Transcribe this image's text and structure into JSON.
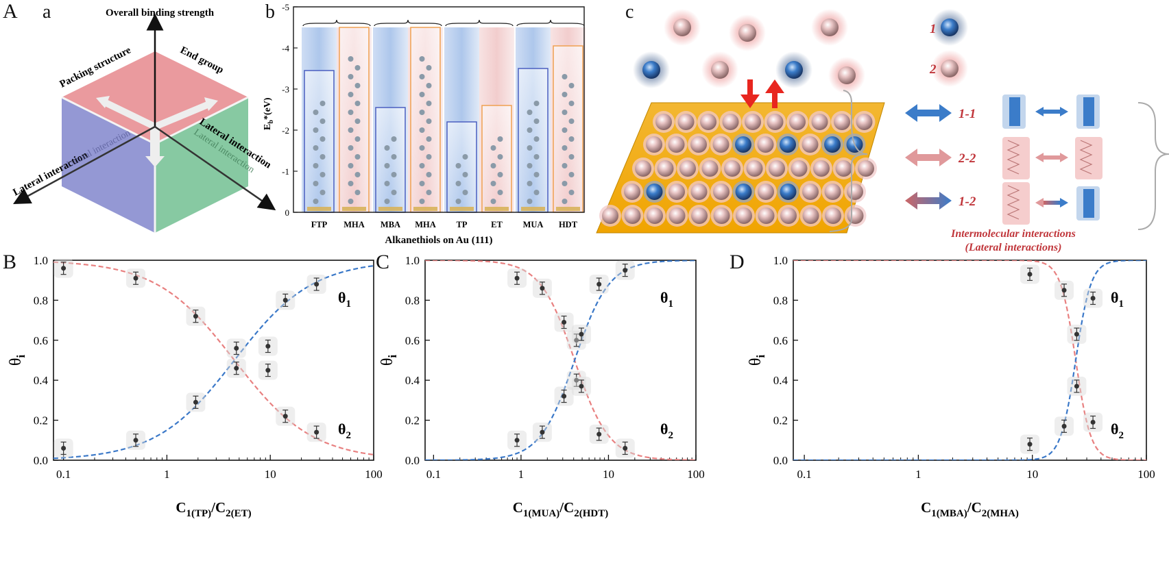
{
  "panel_labels": {
    "A": "A",
    "a": "a",
    "b": "b",
    "c": "c",
    "B": "B",
    "C": "C",
    "D": "D"
  },
  "panel_a": {
    "top_axis": "Overall binding strength",
    "packing": "Packing structure",
    "end_group": "End group",
    "lateral_left": "Lateral interaction",
    "lateral_right": "Lateral interaction",
    "lateral_faint_left": "Lateral interaction",
    "lateral_faint_right": "Lateral interaction",
    "colors": {
      "top": "#e88f93",
      "left": "#8b8fd0",
      "right": "#7dc49a"
    }
  },
  "panel_b": {
    "ylabel_main": "E",
    "ylabel_sub": "b",
    "ylabel_rest": "*(eV)",
    "xlabel": "Alkanethiols on Au (111)",
    "yticks": [
      "-5",
      "-4",
      "-3",
      "-2",
      "-1",
      "0"
    ]
  },
  "panel_c": {
    "legend_1": "1",
    "legend_2": "2",
    "int_11": "1-1",
    "int_22": "2-2",
    "int_12": "1-2",
    "caption_1": "Intermolecular interactions",
    "caption_2": "(Lateral interactions)"
  },
  "chart_data": [
    {
      "type": "bar",
      "panel": "b",
      "xlabel": "Alkanethiols on Au (111)",
      "ylabel": "Eb*(eV)",
      "ylim": [
        0,
        -5
      ],
      "categories": [
        "FTP",
        "MHA",
        "MBA",
        "MHA",
        "TP",
        "ET",
        "MUA",
        "HDT"
      ],
      "values": [
        -3.45,
        -4.5,
        -2.55,
        -4.5,
        -2.2,
        -2.6,
        -3.5,
        -4.05
      ],
      "pairs_total": [
        -4.5,
        -4.5,
        -4.5,
        -4.5
      ],
      "colors": {
        "blue": "#4a5ec0",
        "orange": "#f0a050"
      }
    },
    {
      "type": "scatter",
      "panel": "B",
      "xlabel_main": "C",
      "xlabel_sub1": "1(TP)",
      "xlabel_mid": "/C",
      "xlabel_sub2": "2(ET)",
      "ylabel": "θi",
      "xscale": "log",
      "xlim": [
        0.08,
        100
      ],
      "ylim": [
        0,
        1.0
      ],
      "xticks": [
        "0.1",
        "1",
        "10",
        "100"
      ],
      "yticks": [
        "0.0",
        "0.2",
        "0.4",
        "0.6",
        "0.8",
        "1.0"
      ],
      "theta1_label": "θ1",
      "theta2_label": "θ2",
      "curve_mid": 4.5,
      "curve_slope": 1.15,
      "series": [
        {
          "name": "θ1",
          "color": "#3a78c8",
          "x": [
            0.1,
            0.5,
            1.9,
            4.7,
            9.5,
            14,
            28
          ],
          "y": [
            0.06,
            0.1,
            0.29,
            0.46,
            0.57,
            0.8,
            0.88
          ]
        },
        {
          "name": "θ2",
          "color": "#e88080",
          "x": [
            0.1,
            0.5,
            1.9,
            4.7,
            9.5,
            14,
            28
          ],
          "y": [
            0.96,
            0.91,
            0.72,
            0.56,
            0.45,
            0.22,
            0.14
          ]
        }
      ]
    },
    {
      "type": "scatter",
      "panel": "C",
      "xlabel_main": "C",
      "xlabel_sub1": "1(MUA)",
      "xlabel_mid": "/C",
      "xlabel_sub2": "2(HDT)",
      "ylabel": "θi",
      "xscale": "log",
      "xlim": [
        0.08,
        100
      ],
      "ylim": [
        0,
        1.0
      ],
      "xticks": [
        "0.1",
        "1",
        "10",
        "100"
      ],
      "yticks": [
        "0.0",
        "0.2",
        "0.4",
        "0.6",
        "0.8",
        "1.0"
      ],
      "theta1_label": "θ1",
      "theta2_label": "θ2",
      "curve_mid": 4.1,
      "curve_slope": 2.2,
      "series": [
        {
          "name": "θ1",
          "color": "#3a78c8",
          "x": [
            0.9,
            1.75,
            3.1,
            4.3,
            4.9,
            7.8,
            15.5
          ],
          "y": [
            0.1,
            0.14,
            0.32,
            0.6,
            0.63,
            0.88,
            0.95
          ]
        },
        {
          "name": "θ2",
          "color": "#e88080",
          "x": [
            0.9,
            1.75,
            3.1,
            4.3,
            4.9,
            7.8,
            15.5
          ],
          "y": [
            0.91,
            0.86,
            0.69,
            0.4,
            0.37,
            0.13,
            0.06
          ]
        }
      ]
    },
    {
      "type": "scatter",
      "panel": "D",
      "xlabel_main": "C",
      "xlabel_sub1": "1(MBA)",
      "xlabel_mid": "/C",
      "xlabel_sub2": "2(MHA)",
      "ylabel": "θi",
      "xscale": "log",
      "xlim": [
        0.08,
        100
      ],
      "ylim": [
        0,
        1.0
      ],
      "xticks": [
        "0.1",
        "1",
        "10",
        "100"
      ],
      "yticks": [
        "0.0",
        "0.2",
        "0.4",
        "0.6",
        "0.8",
        "1.0"
      ],
      "theta1_label": "θ1",
      "theta2_label": "θ2",
      "curve_mid": 24,
      "curve_slope": 6.5,
      "series": [
        {
          "name": "θ1",
          "color": "#3a78c8",
          "x": [
            9.5,
            19,
            24.5,
            34
          ],
          "y": [
            0.08,
            0.17,
            0.37,
            0.81
          ]
        },
        {
          "name": "θ2",
          "color": "#e88080",
          "x": [
            9.5,
            19,
            24.5,
            34
          ],
          "y": [
            0.93,
            0.85,
            0.63,
            0.19
          ]
        }
      ]
    }
  ]
}
